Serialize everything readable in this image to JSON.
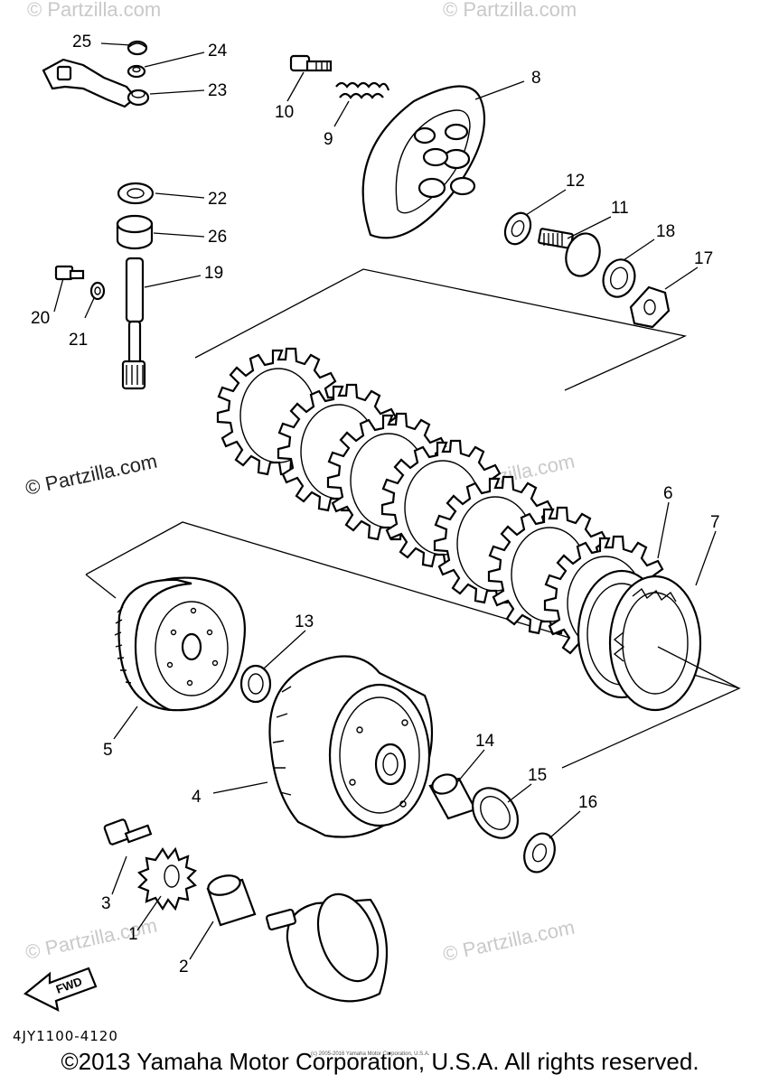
{
  "diagram": {
    "callouts": [
      {
        "id": "1",
        "label": "1"
      },
      {
        "id": "2",
        "label": "2"
      },
      {
        "id": "3",
        "label": "3"
      },
      {
        "id": "4",
        "label": "4"
      },
      {
        "id": "5",
        "label": "5"
      },
      {
        "id": "6",
        "label": "6"
      },
      {
        "id": "7",
        "label": "7"
      },
      {
        "id": "8",
        "label": "8"
      },
      {
        "id": "9",
        "label": "9"
      },
      {
        "id": "10",
        "label": "10"
      },
      {
        "id": "11",
        "label": "11"
      },
      {
        "id": "12",
        "label": "12"
      },
      {
        "id": "13",
        "label": "13"
      },
      {
        "id": "14",
        "label": "14"
      },
      {
        "id": "15",
        "label": "15"
      },
      {
        "id": "16",
        "label": "16"
      },
      {
        "id": "17",
        "label": "17"
      },
      {
        "id": "18",
        "label": "18"
      },
      {
        "id": "19",
        "label": "19"
      },
      {
        "id": "20",
        "label": "20"
      },
      {
        "id": "21",
        "label": "21"
      },
      {
        "id": "22",
        "label": "22"
      },
      {
        "id": "23",
        "label": "23"
      },
      {
        "id": "24",
        "label": "24"
      },
      {
        "id": "25",
        "label": "25"
      },
      {
        "id": "26",
        "label": "26"
      }
    ],
    "fwd_label": "FWD",
    "watermark": "© Partzilla.com",
    "drawing_code": "4JY1100-4120"
  },
  "footer": {
    "copyright": "©2013 Yamaha Motor Corporation, U.S.A. All rights reserved.",
    "small_notice": "(c) 2005-2016 Yamaha Motor Corporation, U.S.A."
  }
}
